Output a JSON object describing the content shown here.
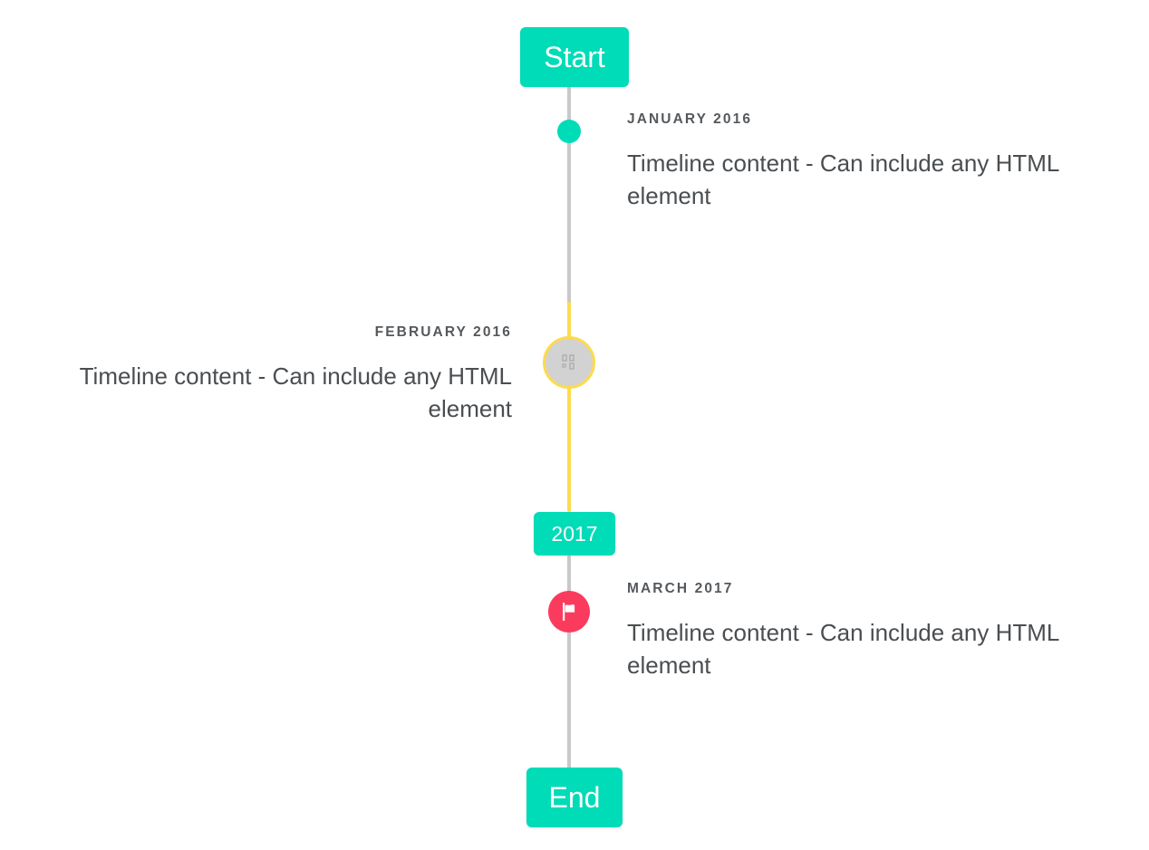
{
  "timeline": {
    "start_label": "Start",
    "mid_label": "2017",
    "end_label": "End",
    "colors": {
      "accent_teal": "#00DBB8",
      "rail_grey": "#C9C9C9",
      "rail_yellow": "#FCDB4D",
      "marker_pink": "#FB3B5D",
      "marker_grey": "#D2D2D2",
      "date_text": "#55595C",
      "body_text": "#4A4E51",
      "background": "#FFFFFF"
    },
    "entries": [
      {
        "date": "January 2016",
        "text": "Timeline content - Can include any HTML element",
        "side": "right",
        "marker": "dot-marker"
      },
      {
        "date": "February 2016",
        "text": "Timeline content - Can include any HTML element",
        "side": "left",
        "marker": "missing-image-marker"
      },
      {
        "date": "March 2017",
        "text": "Timeline content - Can include any HTML element",
        "side": "right",
        "marker": "flag-marker"
      }
    ]
  }
}
